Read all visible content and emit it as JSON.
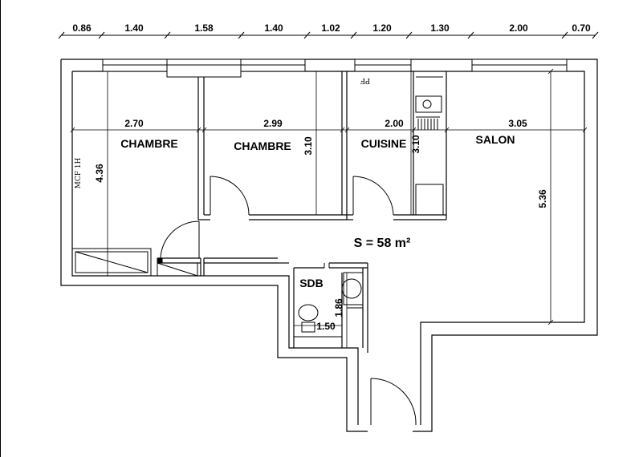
{
  "top_dimensions": [
    "0.86",
    "1.40",
    "1.58",
    "1.40",
    "1.02",
    "1.20",
    "1.30",
    "2.00",
    "0.70"
  ],
  "rooms": {
    "bedroom_1": {
      "label": "CHAMBRE",
      "width": "2.70",
      "height": "4.36"
    },
    "bedroom_2": {
      "label": "CHAMBRE",
      "width": "2.99",
      "height": "3.10"
    },
    "kitchen": {
      "label": "CUISINE",
      "width": "2.00",
      "height": "3.10"
    },
    "living_room": {
      "label": "SALON",
      "width": "3.05",
      "height": "5.36"
    },
    "bathroom": {
      "label": "SDB",
      "width": "1.50",
      "height": "1.86"
    }
  },
  "total_area": "S = 58 m²",
  "equipment": {
    "cupboard_label": "MCF 1H",
    "kitchen_tag": "PF"
  }
}
